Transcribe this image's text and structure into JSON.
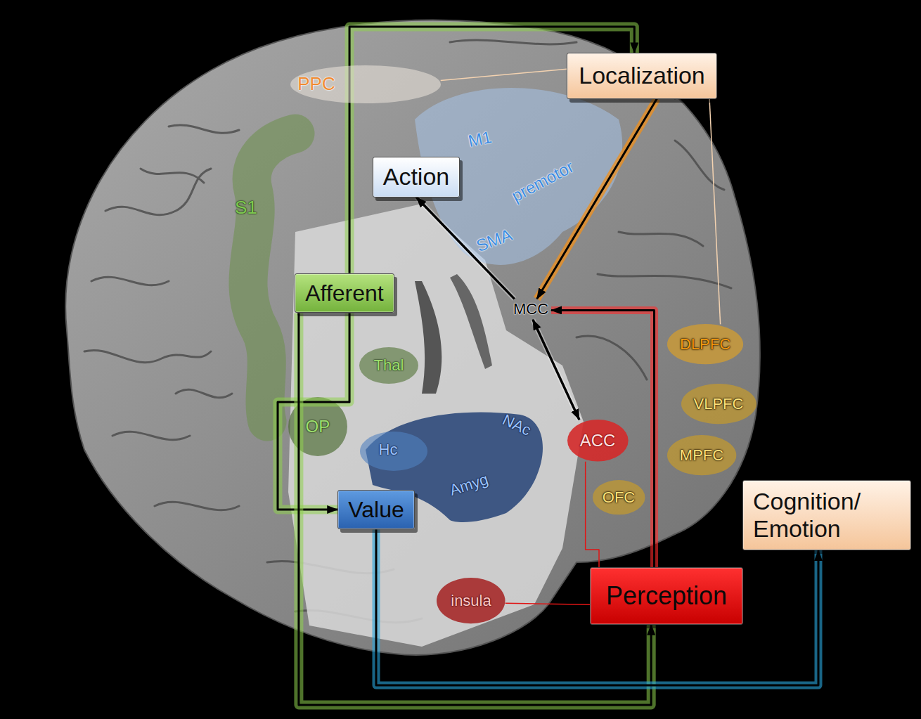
{
  "diagram": {
    "nodes": [
      {
        "text": [
          "Localization"
        ]
      },
      {
        "text": [
          "PPC"
        ]
      },
      {
        "text": [
          "Action"
        ]
      },
      {
        "text": [
          "Afferent"
        ]
      },
      {
        "text": [
          "MCC"
        ]
      },
      {
        "text": [
          "DLPFC"
        ]
      },
      {
        "text": [
          "VLPFC"
        ]
      },
      {
        "text": [
          "ACC"
        ]
      },
      {
        "text": [
          "MPFC"
        ]
      },
      {
        "text": [
          "OFC"
        ]
      },
      {
        "text": [
          "Value"
        ]
      },
      {
        "text": [
          "Cognition/ Emotion"
        ]
      },
      {
        "text": [
          "insula"
        ]
      },
      {
        "text": [
          "Perception"
        ]
      }
    ],
    "edges": [
      {
        "from": 3,
        "to": 0,
        "arrow": "to"
      },
      {
        "from": 3,
        "to": 10,
        "arrow": "to"
      },
      {
        "from": 3,
        "to": 13,
        "arrow": "to"
      },
      {
        "from": 0,
        "to": 4,
        "arrow": "to"
      },
      {
        "from": 4,
        "to": 2,
        "arrow": "to"
      },
      {
        "from": 4,
        "to": 7,
        "arrow": "both"
      },
      {
        "from": 13,
        "to": 4,
        "arrow": "to"
      },
      {
        "from": 10,
        "to": 11,
        "arrow": "to"
      },
      {
        "from": 1,
        "to": 0,
        "arrow": "none"
      },
      {
        "from": 0,
        "to": 5,
        "arrow": "none"
      },
      {
        "from": 7,
        "to": 13,
        "arrow": "none"
      },
      {
        "from": 12,
        "to": 13,
        "arrow": "none"
      }
    ],
    "labels": [
      "M1",
      "premotor",
      "S1",
      "SMA",
      "Thal",
      "OP",
      "NAc",
      "Hc",
      "Amyg"
    ]
  }
}
